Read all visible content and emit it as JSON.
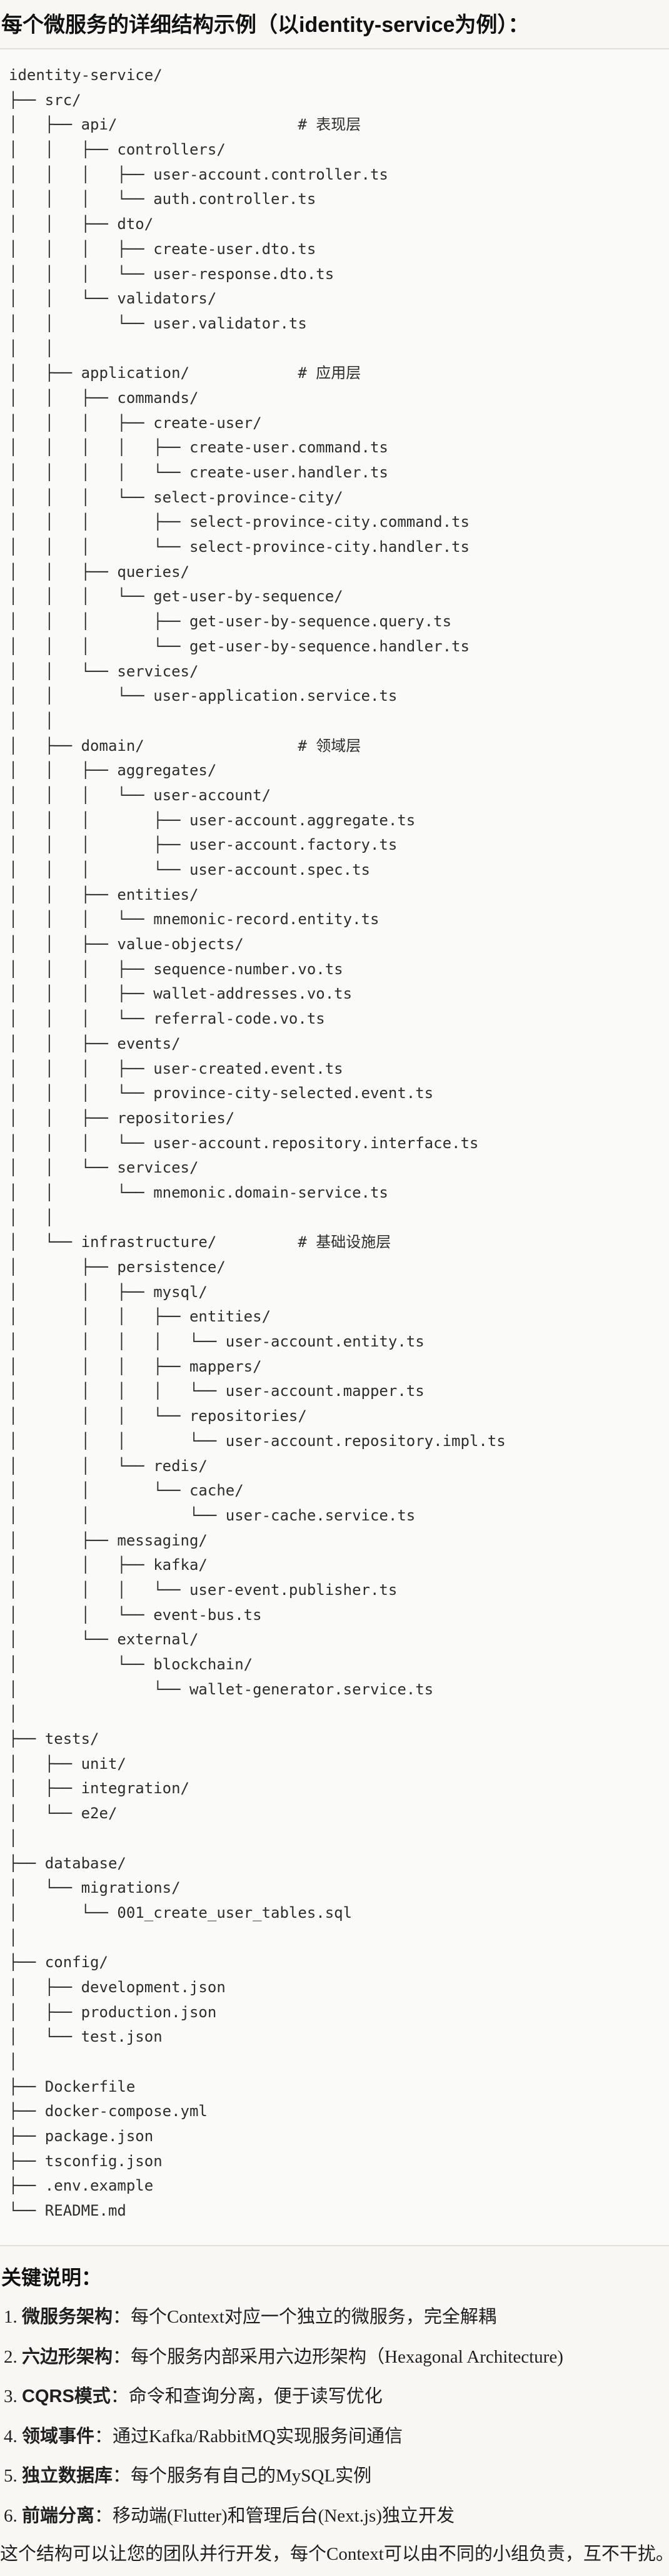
{
  "title": "每个微服务的详细结构示例（以identity-service为例）：",
  "tree_lines": [
    "identity-service/",
    "├── src/",
    "│   ├── api/                    # 表现层",
    "│   │   ├── controllers/",
    "│   │   │   ├── user-account.controller.ts",
    "│   │   │   └── auth.controller.ts",
    "│   │   ├── dto/",
    "│   │   │   ├── create-user.dto.ts",
    "│   │   │   └── user-response.dto.ts",
    "│   │   └── validators/",
    "│   │       └── user.validator.ts",
    "│   │",
    "│   ├── application/            # 应用层",
    "│   │   ├── commands/",
    "│   │   │   ├── create-user/",
    "│   │   │   │   ├── create-user.command.ts",
    "│   │   │   │   └── create-user.handler.ts",
    "│   │   │   └── select-province-city/",
    "│   │   │       ├── select-province-city.command.ts",
    "│   │   │       └── select-province-city.handler.ts",
    "│   │   ├── queries/",
    "│   │   │   └── get-user-by-sequence/",
    "│   │   │       ├── get-user-by-sequence.query.ts",
    "│   │   │       └── get-user-by-sequence.handler.ts",
    "│   │   └── services/",
    "│   │       └── user-application.service.ts",
    "│   │",
    "│   ├── domain/                 # 领域层",
    "│   │   ├── aggregates/",
    "│   │   │   └── user-account/",
    "│   │   │       ├── user-account.aggregate.ts",
    "│   │   │       ├── user-account.factory.ts",
    "│   │   │       └── user-account.spec.ts",
    "│   │   ├── entities/",
    "│   │   │   └── mnemonic-record.entity.ts",
    "│   │   ├── value-objects/",
    "│   │   │   ├── sequence-number.vo.ts",
    "│   │   │   ├── wallet-addresses.vo.ts",
    "│   │   │   └── referral-code.vo.ts",
    "│   │   ├── events/",
    "│   │   │   ├── user-created.event.ts",
    "│   │   │   └── province-city-selected.event.ts",
    "│   │   ├── repositories/",
    "│   │   │   └── user-account.repository.interface.ts",
    "│   │   └── services/",
    "│   │       └── mnemonic.domain-service.ts",
    "│   │",
    "│   └── infrastructure/         # 基础设施层",
    "│       ├── persistence/",
    "│       │   ├── mysql/",
    "│       │   │   ├── entities/",
    "│       │   │   │   └── user-account.entity.ts",
    "│       │   │   ├── mappers/",
    "│       │   │   │   └── user-account.mapper.ts",
    "│       │   │   └── repositories/",
    "│       │   │       └── user-account.repository.impl.ts",
    "│       │   └── redis/",
    "│       │       └── cache/",
    "│       │           └── user-cache.service.ts",
    "│       ├── messaging/",
    "│       │   ├── kafka/",
    "│       │   │   └── user-event.publisher.ts",
    "│       │   └── event-bus.ts",
    "│       └── external/",
    "│           └── blockchain/",
    "│               └── wallet-generator.service.ts",
    "│",
    "├── tests/",
    "│   ├── unit/",
    "│   ├── integration/",
    "│   └── e2e/",
    "│",
    "├── database/",
    "│   └── migrations/",
    "│       └── 001_create_user_tables.sql",
    "│",
    "├── config/",
    "│   ├── development.json",
    "│   ├── production.json",
    "│   └── test.json",
    "│",
    "├── Dockerfile",
    "├── docker-compose.yml",
    "├── package.json",
    "├── tsconfig.json",
    "├── .env.example",
    "└── README.md"
  ],
  "notes": {
    "heading": "关键说明：",
    "items": [
      {
        "num": "1. ",
        "key": "微服务架构",
        "text": "：每个Context对应一个独立的微服务，完全解耦"
      },
      {
        "num": "2. ",
        "key": "六边形架构",
        "text": "：每个服务内部采用六边形架构（Hexagonal Architecture)"
      },
      {
        "num": "3. ",
        "key": "CQRS模式",
        "text": "：命令和查询分离，便于读写优化"
      },
      {
        "num": "4. ",
        "key": "领域事件",
        "text": "：通过Kafka/RabbitMQ实现服务间通信"
      },
      {
        "num": "5. ",
        "key": "独立数据库",
        "text": "：每个服务有自己的MySQL实例"
      },
      {
        "num": "6. ",
        "key": "前端分离",
        "text": "：移动端(Flutter)和管理后台(Next.js)独立开发"
      }
    ],
    "summary": "这个结构可以让您的团队并行开发，每个Context可以由不同的小组负责，互不干扰。"
  }
}
